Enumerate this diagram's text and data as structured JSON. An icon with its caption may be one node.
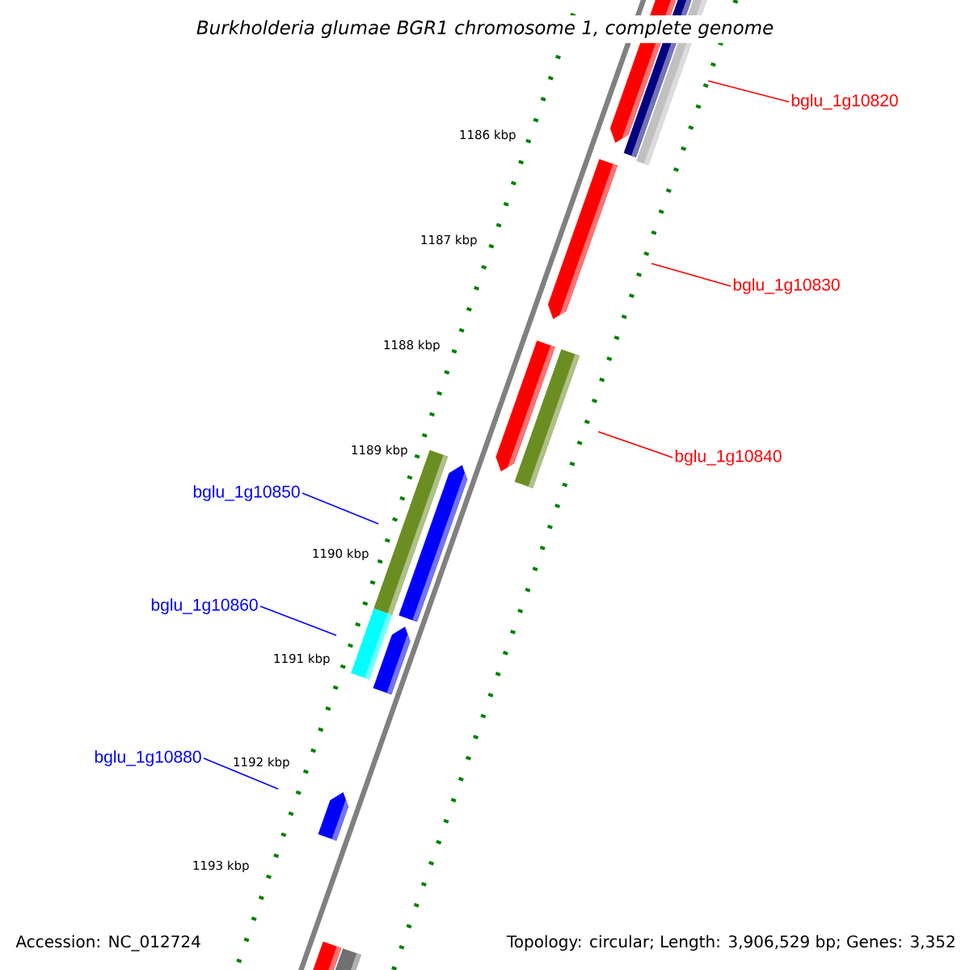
{
  "diagram": {
    "title": "Burkholderia glumae BGR1 chromosome 1, complete genome",
    "nodes": [
      {
        "text": [
          "bglu_1g10820"
        ]
      },
      {
        "text": [
          "bglu_1g10830"
        ]
      },
      {
        "text": [
          "bglu_1g10840"
        ]
      },
      {
        "text": [
          "bglu_1g10850"
        ]
      },
      {
        "text": [
          "bglu_1g10860"
        ]
      },
      {
        "text": [
          "bglu_1g10880"
        ]
      }
    ],
    "edges": [
      {
        "from": 0,
        "to": null,
        "arrow": "none",
        "color": "#ff0000"
      },
      {
        "from": 1,
        "to": null,
        "arrow": "none",
        "color": "#ff0000"
      },
      {
        "from": 2,
        "to": null,
        "arrow": "none",
        "color": "#ff0000"
      },
      {
        "from": 3,
        "to": null,
        "arrow": "none",
        "color": "#0000ff"
      },
      {
        "from": 4,
        "to": null,
        "arrow": "none",
        "color": "#0000ff"
      },
      {
        "from": 5,
        "to": null,
        "arrow": "none",
        "color": "#0000ff"
      }
    ],
    "labels": [
      "1186 kbp",
      "1187 kbp",
      "1188 kbp",
      "1189 kbp",
      "1190 kbp",
      "1191 kbp",
      "1192 kbp",
      "1193 kbp",
      "Accession: NC_012724",
      "Topology: circular; Length: 3,906,529 bp; Genes: 3,352"
    ]
  }
}
